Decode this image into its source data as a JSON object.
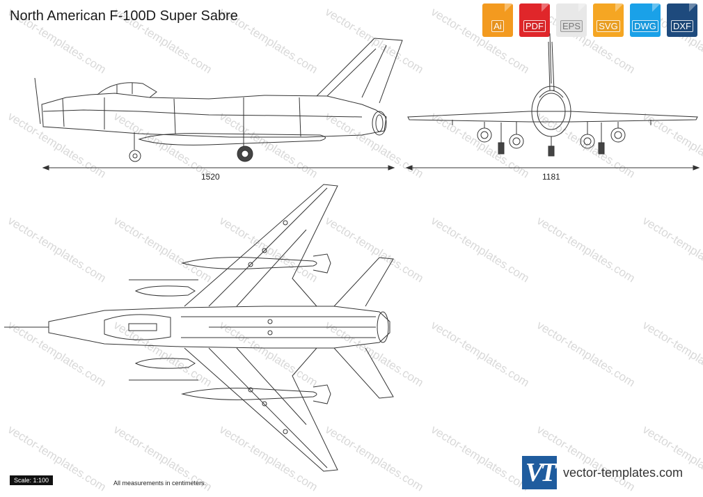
{
  "title": "North American F-100D Super Sabre",
  "watermark": "vector-templates.com",
  "formats": [
    {
      "label": "Ai",
      "color": "#f39a1f",
      "icon": "ai-file-icon"
    },
    {
      "label": "PDF",
      "color": "#e0262a",
      "icon": "pdf-file-icon"
    },
    {
      "label": "EPS",
      "color": "#e8e8e8",
      "icon": "eps-file-icon"
    },
    {
      "label": "SVG",
      "color": "#f5a623",
      "icon": "svg-file-icon"
    },
    {
      "label": "DWG",
      "color": "#1aa1e8",
      "icon": "dwg-file-icon"
    },
    {
      "label": "DXF",
      "color": "#1e4a7d",
      "icon": "dxf-file-icon"
    }
  ],
  "dimensions": {
    "length": "1520",
    "wingspan": "1181"
  },
  "scale": "Scale: 1:100",
  "note": "All measurements in centimeters.",
  "brand": {
    "logo_text": "VT",
    "name": "vector-templates.com"
  }
}
